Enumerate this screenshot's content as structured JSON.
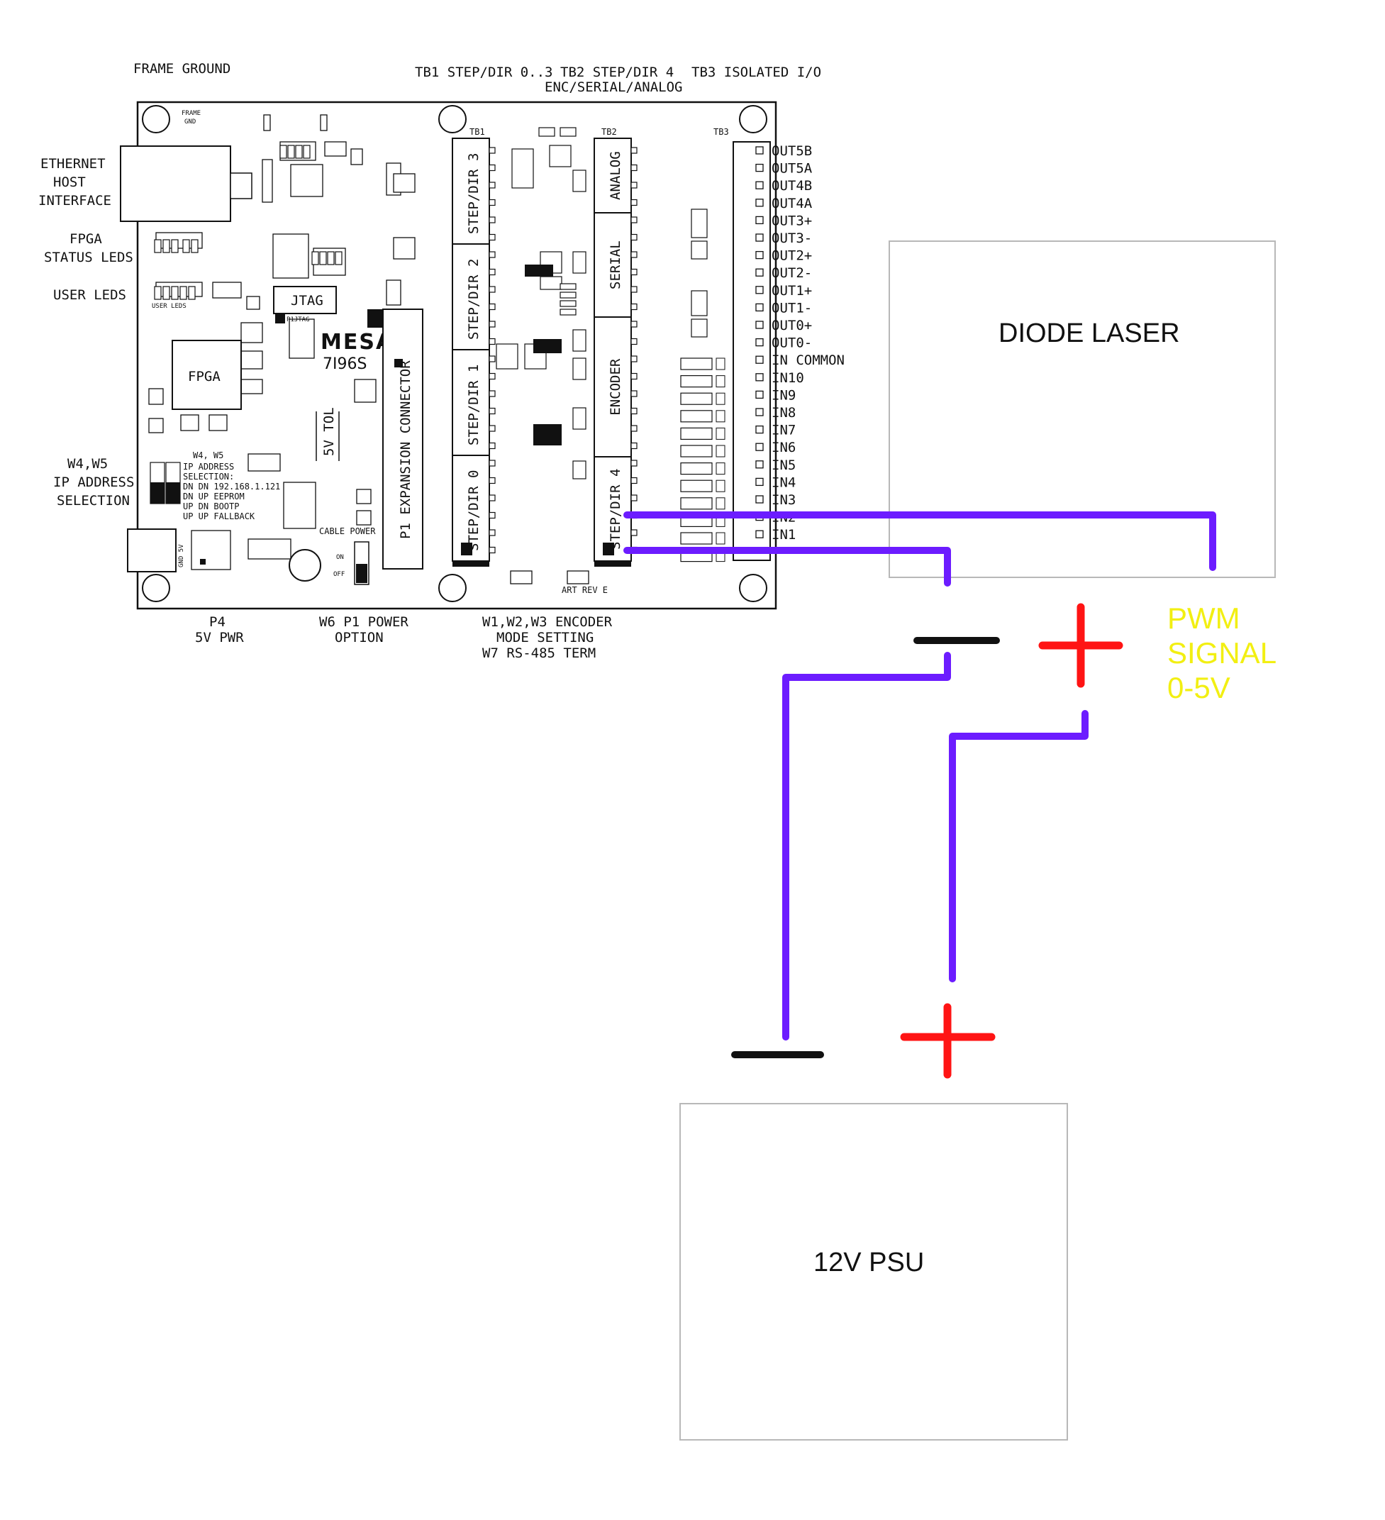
{
  "board": {
    "header_labels": {
      "frame_ground": "FRAME GROUND",
      "tb1": "TB1 STEP/DIR 0..3",
      "tb2_line1": "TB2 STEP/DIR 4",
      "tb2_line2": "ENC/SERIAL/ANALOG",
      "tb3": "TB3 ISOLATED I/O"
    },
    "left_labels": {
      "ethernet_1": "ETHERNET",
      "ethernet_2": "HOST",
      "ethernet_3": "INTERFACE",
      "fpga_status_1": "FPGA",
      "fpga_status_2": "STATUS LEDS",
      "user_leds": "USER LEDS",
      "ip_1": "W4,W5",
      "ip_2": "IP ADDRESS",
      "ip_3": "SELECTION"
    },
    "bottom_labels": {
      "p4_1": "P4",
      "p4_2": "5V PWR",
      "w6_1": "W6 P1 POWER",
      "w6_2": "OPTION",
      "w123_1": "W1,W2,W3 ENCODER",
      "w123_2": "MODE SETTING",
      "w123_3": "W7 RS-485 TERM"
    },
    "inner": {
      "frame_gnd_1": "FRAME",
      "frame_gnd_2": "GND",
      "fpga": "FPGA",
      "jtag": "JTAG",
      "p1_jtag": "P1JTAG",
      "mesa": "MESA",
      "model": "7I96S",
      "tol": "5V TOL",
      "p1_connector": "P1 EXPANSION CONNECTOR",
      "cable_power": "CABLE POWER",
      "on": "ON",
      "off": "OFF",
      "user_leds": "USER LEDS",
      "w4w5": "W4, W5",
      "ip_sel_1": "IP ADDRESS",
      "ip_sel_2": "SELECTION:",
      "ip_sel_3": "DN DN 192.168.1.121",
      "ip_sel_4": "DN UP EEPROM",
      "ip_sel_5": "UP DN BOOTP",
      "ip_sel_6": "UP UP FALLBACK",
      "art_rev": "ART REV E",
      "tb1": "TB1",
      "tb2": "TB2",
      "tb3": "TB3",
      "gnd_5v": "GND 5V"
    },
    "tb1_blocks": [
      "STEP/DIR 3",
      "STEP/DIR 2",
      "STEP/DIR 1",
      "STEP/DIR 0"
    ],
    "tb2_blocks": [
      "ANALOG",
      "SERIAL",
      "ENCODER",
      "STEP/DIR 4"
    ],
    "tb3_pins": [
      "OUT5B",
      "OUT5A",
      "OUT4B",
      "OUT4A",
      "OUT3+",
      "OUT3-",
      "OUT2+",
      "OUT2-",
      "OUT1+",
      "OUT1-",
      "OUT0+",
      "OUT0-",
      "IN COMMON",
      "IN10",
      "IN9",
      "IN8",
      "IN7",
      "IN6",
      "IN5",
      "IN4",
      "IN3",
      "IN2",
      "IN1"
    ]
  },
  "devices": {
    "diode_laser": "DIODE LASER",
    "psu": "12V PSU"
  },
  "pwm_label": [
    "PWM",
    "SIGNAL",
    "0-5V"
  ],
  "colors": {
    "wire": "#6c1cff",
    "positive": "#ff1414",
    "negative": "#111111",
    "pwm_text": "#f2ef12",
    "board_line": "#111111",
    "device_border": "#b8b8b8"
  }
}
